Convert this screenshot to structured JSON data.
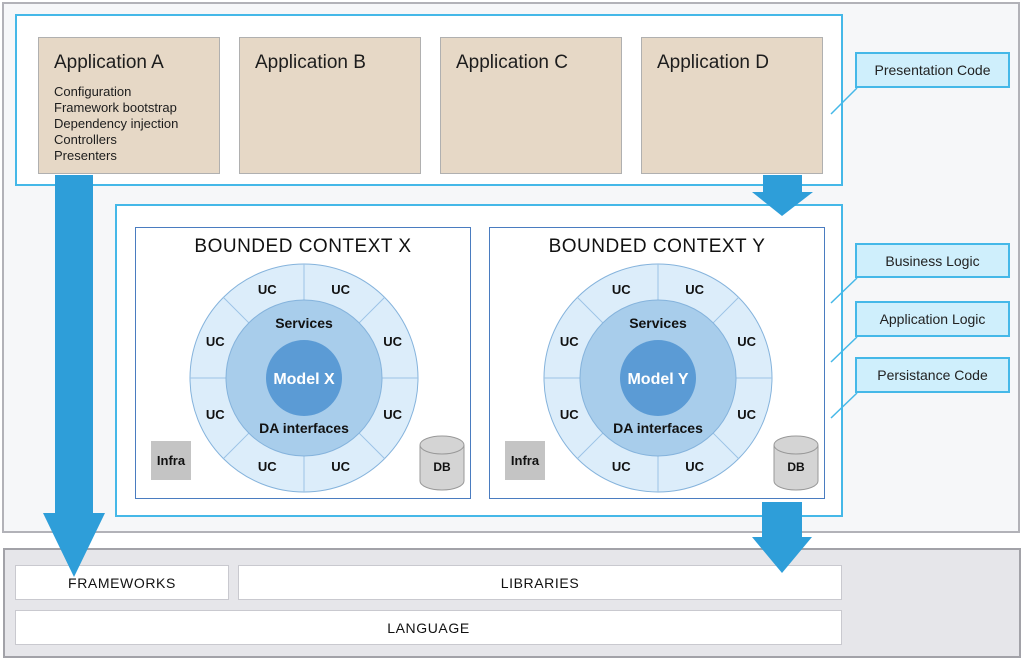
{
  "colors": {
    "accent_cyan": "#45b8e8",
    "callout_fill": "#cfeffc",
    "arrow_blue": "#2e9ed9",
    "app_box_fill": "#e6d8c6",
    "bc_border": "#4a7cc0",
    "ring_outer": "#dcedfa",
    "ring_middle": "#a8cdeb",
    "ring_inner": "#5b9bd5",
    "infra_fill": "#c4c4c4",
    "db_fill": "#d4d4d4",
    "strip_fill": "#e6e6ea"
  },
  "top": {
    "apps": [
      {
        "name": "Application A",
        "items": [
          "Configuration",
          "Framework bootstrap",
          "Dependency injection",
          "Controllers",
          "Presenters"
        ]
      },
      {
        "name": "Application B"
      },
      {
        "name": "Application C"
      },
      {
        "name": "Application D"
      }
    ]
  },
  "callouts": {
    "presentation": "Presentation Code",
    "business": "Business Logic",
    "application": "Application Logic",
    "persistence": "Persistance Code"
  },
  "contexts": [
    {
      "title": "BOUNDED CONTEXT X",
      "uc": "UC",
      "services": "Services",
      "model": "Model X",
      "da": "DA interfaces",
      "infra": "Infra",
      "db": "DB"
    },
    {
      "title": "BOUNDED CONTEXT Y",
      "uc": "UC",
      "services": "Services",
      "model": "Model Y",
      "da": "DA interfaces",
      "infra": "Infra",
      "db": "DB"
    }
  ],
  "platform": {
    "frameworks": "FRAMEWORKS",
    "libraries": "LIBRARIES",
    "language": "LANGUAGE"
  }
}
